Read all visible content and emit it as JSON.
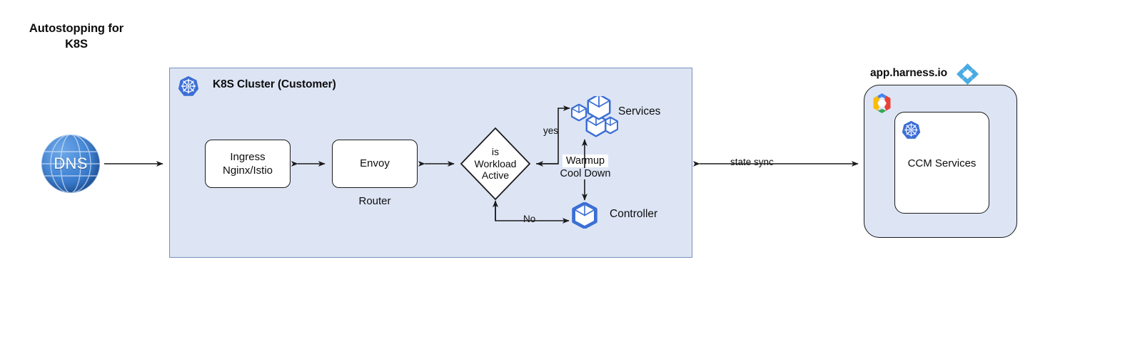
{
  "title": "Autostopping for\nK8S",
  "cluster": {
    "label": "K8S Cluster (Customer)",
    "icon": "kubernetes-icon",
    "fill_color": "#dde5f5",
    "border_color": "#7790c0"
  },
  "nodes": {
    "dns": {
      "label": "DNS",
      "icon": "globe-icon"
    },
    "ingress": {
      "label": "Ingress\nNginx/Istio"
    },
    "envoy": {
      "label": "Envoy",
      "caption": "Router"
    },
    "decision": {
      "label": "is\nWorkload\nActive"
    },
    "services": {
      "label": "Services",
      "icon": "kubernetes-pods-icon"
    },
    "controller": {
      "label": "Controller",
      "icon": "kubernetes-pod-icon"
    }
  },
  "edges": {
    "yes": "yes",
    "no": "No",
    "warmup": "Warmup",
    "cooldown": "Cool Down",
    "state_sync": "state sync"
  },
  "harness": {
    "title": "app.harness.io",
    "logo": "harness-logo-icon",
    "cloud_icon": "gcp-logo-icon",
    "ccm": {
      "label": "CCM Services",
      "icon": "kubernetes-icon"
    }
  },
  "colors": {
    "k8s_blue": "#326ce5",
    "pod_blue": "#3b6fd4",
    "harness_blue": "#4aabe2",
    "panel_fill": "#dde5f5",
    "stroke": "#1a1a1a"
  }
}
